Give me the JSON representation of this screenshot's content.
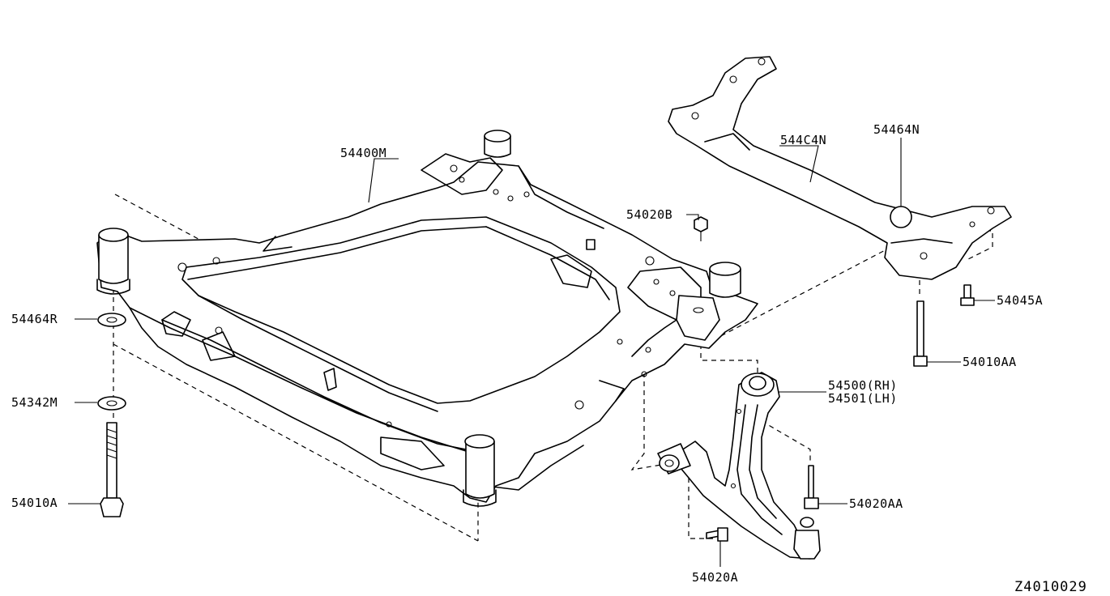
{
  "diagram_code": "Z4010029",
  "parts": {
    "p54400M": "54400M",
    "p54404N": "544C4N",
    "p54464N": "54464N",
    "p54020B": "54020B",
    "p54464R": "54464R",
    "p54342M": "54342M",
    "p54010A": "54010A",
    "p54045A": "54045A",
    "p54010AA": "54010AA",
    "p54500": "54500(RH)",
    "p54501": "54501(LH)",
    "p54020AA": "54020AA",
    "p54020A": "54020A"
  }
}
